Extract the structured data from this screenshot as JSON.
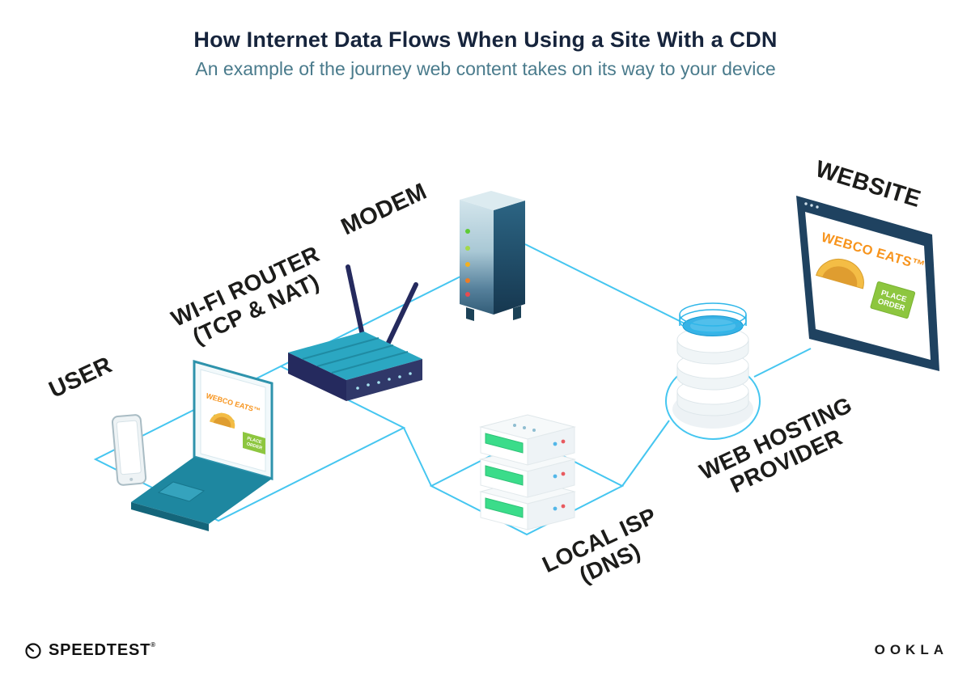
{
  "header": {
    "title": "How Internet Data Flows When Using a Site With a CDN",
    "subtitle": "An example of the journey web content takes on its way to your device"
  },
  "labels": {
    "user": "USER",
    "router_line1": "WI-FI ROUTER",
    "router_line2": "(TCP & NAT)",
    "modem": "MODEM",
    "isp_line1": "LOCAL ISP",
    "isp_line2": "(DNS)",
    "hosting_line1": "WEB HOSTING",
    "hosting_line2": "PROVIDER",
    "website": "WEBSITE"
  },
  "laptop_page": {
    "brand": "WEBCO EATS™",
    "cta_line1": "PLACE",
    "cta_line2": "ORDER"
  },
  "website_page": {
    "brand": "WEBCO EATS™",
    "cta_line1": "PLACE",
    "cta_line2": "ORDER"
  },
  "footer": {
    "speedtest": "SPEEDTEST",
    "speedtest_mark": "®",
    "ookla": "OOKLA"
  },
  "colors": {
    "connection_line": "#45c6f0",
    "laptop_teal": "#1e87a0",
    "navy": "#252a5e",
    "brand_orange": "#f7941d",
    "cta_green": "#8dc63f",
    "server_green": "#3bdc8a"
  }
}
